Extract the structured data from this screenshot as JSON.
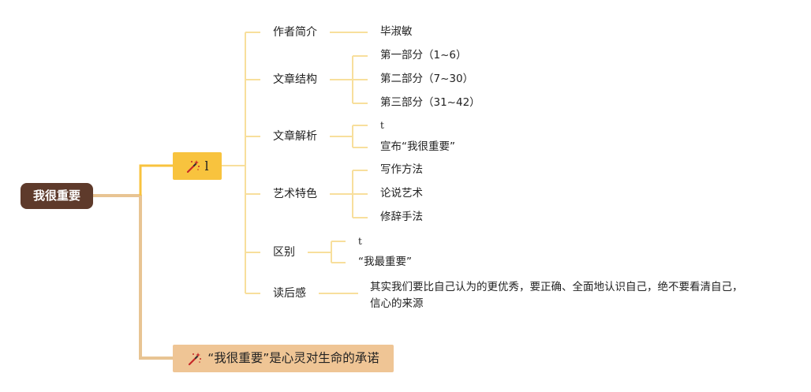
{
  "root": {
    "label": "我很重要"
  },
  "hub": {
    "label": "l",
    "icon": "magic-wand-icon"
  },
  "summary": {
    "label": "“我很重要”是心灵对生命的承诺",
    "icon": "magic-wand-icon"
  },
  "branches": {
    "author": {
      "label": "作者简介",
      "children": [
        "毕淑敏"
      ]
    },
    "structure": {
      "label": "文章结构",
      "children": [
        "第一部分（1~6）",
        "第二部分（7~30）",
        "第三部分（31~42）"
      ]
    },
    "analysis": {
      "label": "文章解析",
      "children": [
        "t",
        "宣布“我很重要”"
      ]
    },
    "art": {
      "label": "艺术特色",
      "children": [
        "写作方法",
        "论说艺术",
        "修辞手法"
      ]
    },
    "difference": {
      "label": "区别",
      "children": [
        "t",
        "“我最重要”"
      ]
    },
    "reflection": {
      "label": "读后感",
      "lines": [
        "其实我们要比自己认为的更优秀，要正确、全面地认识自己，绝不要看清自己，",
        "信心的来源"
      ]
    }
  },
  "colors": {
    "root_fill": "#5e3a2b",
    "hub_fill": "#f8c33e",
    "summary_fill": "#efc595",
    "main_connector": "#e8c493",
    "hub_connector": "#f8c33e",
    "branch_connector": "#f8df9c"
  }
}
